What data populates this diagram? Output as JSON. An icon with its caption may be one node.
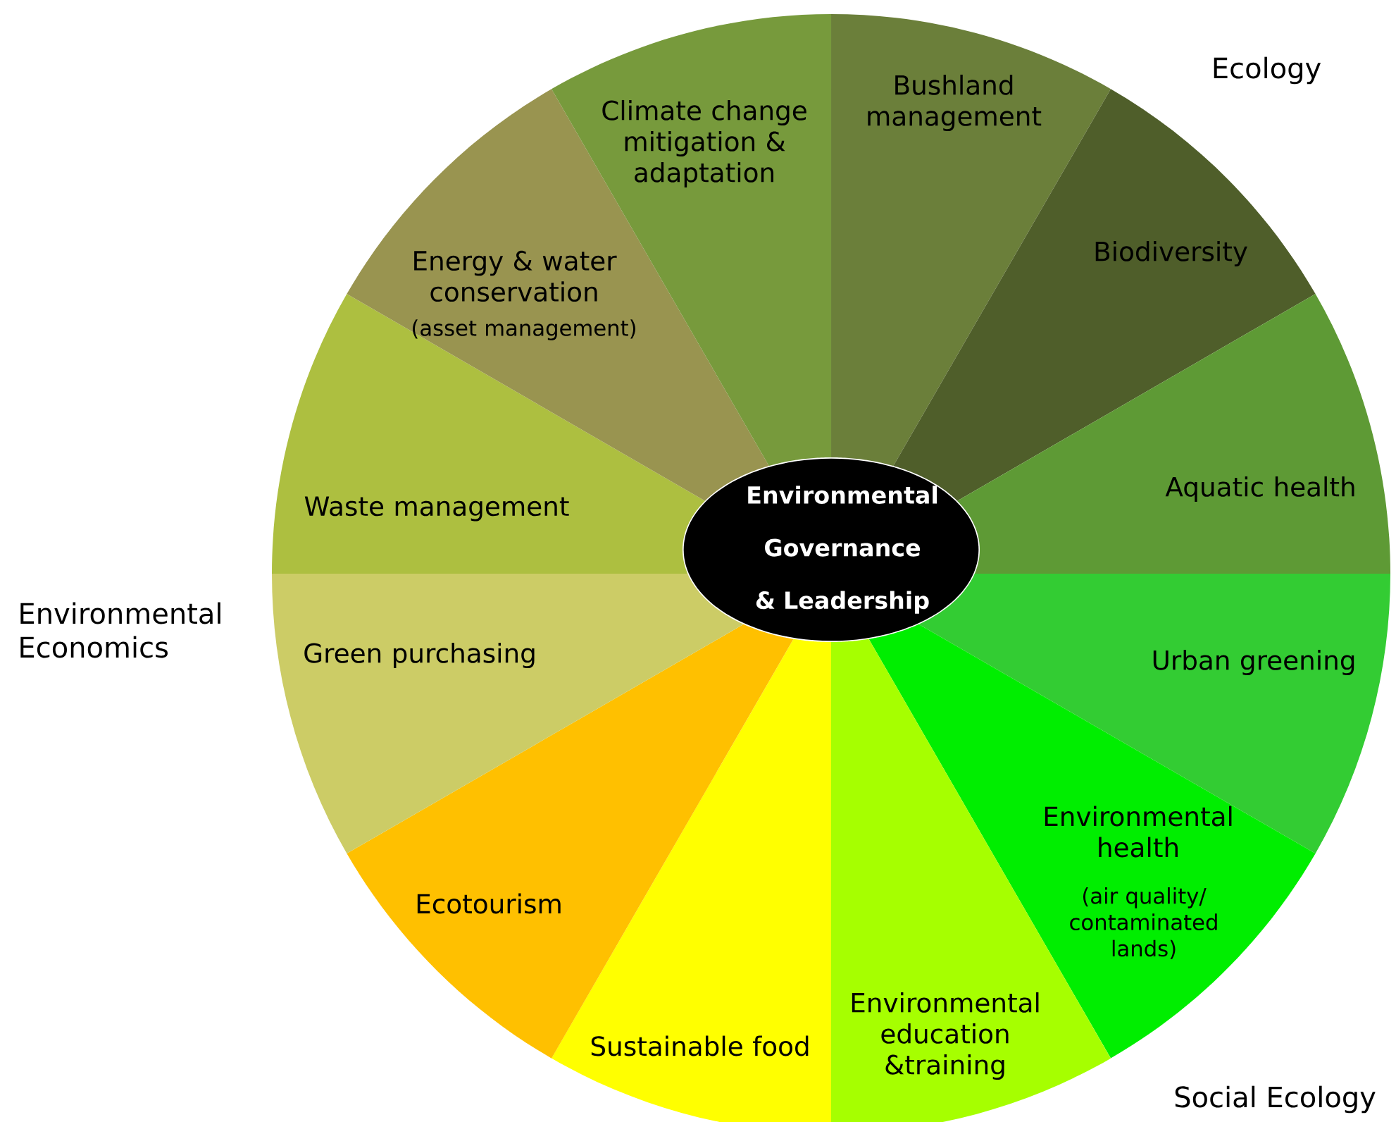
{
  "diagram": {
    "nodes": [
      {
        "text": [
          "Environmental Governance & Leadership"
        ]
      },
      {
        "text": [
          "Bushland management"
        ]
      },
      {
        "text": [
          "Biodiversity"
        ]
      },
      {
        "text": [
          "Aquatic health"
        ]
      },
      {
        "text": [
          "Urban greening"
        ]
      },
      {
        "text": [
          "Environmental health",
          "(air quality/ contaminated lands)"
        ]
      },
      {
        "text": [
          "Environmental education &training"
        ]
      },
      {
        "text": [
          "Sustainable food"
        ]
      },
      {
        "text": [
          "Ecotourism"
        ]
      },
      {
        "text": [
          "Green purchasing"
        ]
      },
      {
        "text": [
          "Waste management"
        ]
      },
      {
        "text": [
          "Energy & water conservation",
          "(asset management)"
        ]
      },
      {
        "text": [
          "Climate change mitigation & adaptation"
        ]
      }
    ],
    "labels": [
      "Ecology",
      "Environmental Economics",
      "Social Ecology"
    ]
  }
}
